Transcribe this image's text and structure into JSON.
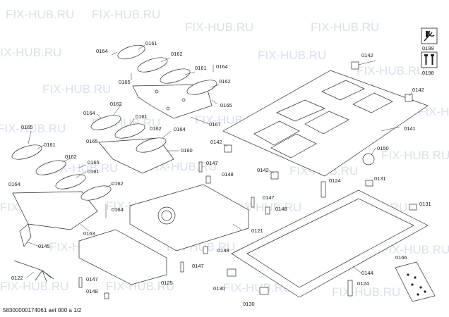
{
  "watermark": "FIX-HUB.RU",
  "footer": "58300000174061 aet 000 a 1/2",
  "legend": {
    "items": [
      {
        "label": "0199",
        "icon": "tools-icon"
      },
      {
        "label": "0198",
        "icon": "screws-icon"
      }
    ]
  },
  "callouts": {
    "c0161a": "0161",
    "c0164a": "0164",
    "c0162a": "0162",
    "c0165a": "0165",
    "c0161b": "0161",
    "c0164b": "0164",
    "c0162b": "0162",
    "c0165b": "0165",
    "c0167": "0167",
    "c0164c": "0164",
    "c0162c": "0162",
    "c0161c": "0161",
    "c0165c": "0165",
    "c0164d": "0164",
    "c0162d": "0162",
    "c0160": "0160",
    "c0165d": "0165",
    "c0161d": "0161",
    "c0162e": "0162",
    "c0165e": "0165",
    "c0161e": "0161",
    "c0164e": "0164",
    "c0162f": "0162",
    "c0164f": "0164",
    "c0163": "0163",
    "c0145": "0145",
    "c0122": "0122",
    "c0142a": "0142",
    "c0142b": "0142",
    "c0141": "0141",
    "c0142c": "0142",
    "c0142d": "0142",
    "c0150": "0150",
    "c0147a": "0147",
    "c0148a": "0148",
    "c0147b": "0147",
    "c0148b": "0148",
    "c0121": "0121",
    "c0148c": "0148",
    "c0147c": "0147",
    "c0125": "0125",
    "c0147d": "0147",
    "c0148d": "0148",
    "c0124a": "0124",
    "c0131a": "0131",
    "c0131b": "0131",
    "c0166": "0166",
    "c0144": "0144",
    "c0124b": "0124",
    "c0130a": "0130",
    "c0130b": "0130"
  }
}
